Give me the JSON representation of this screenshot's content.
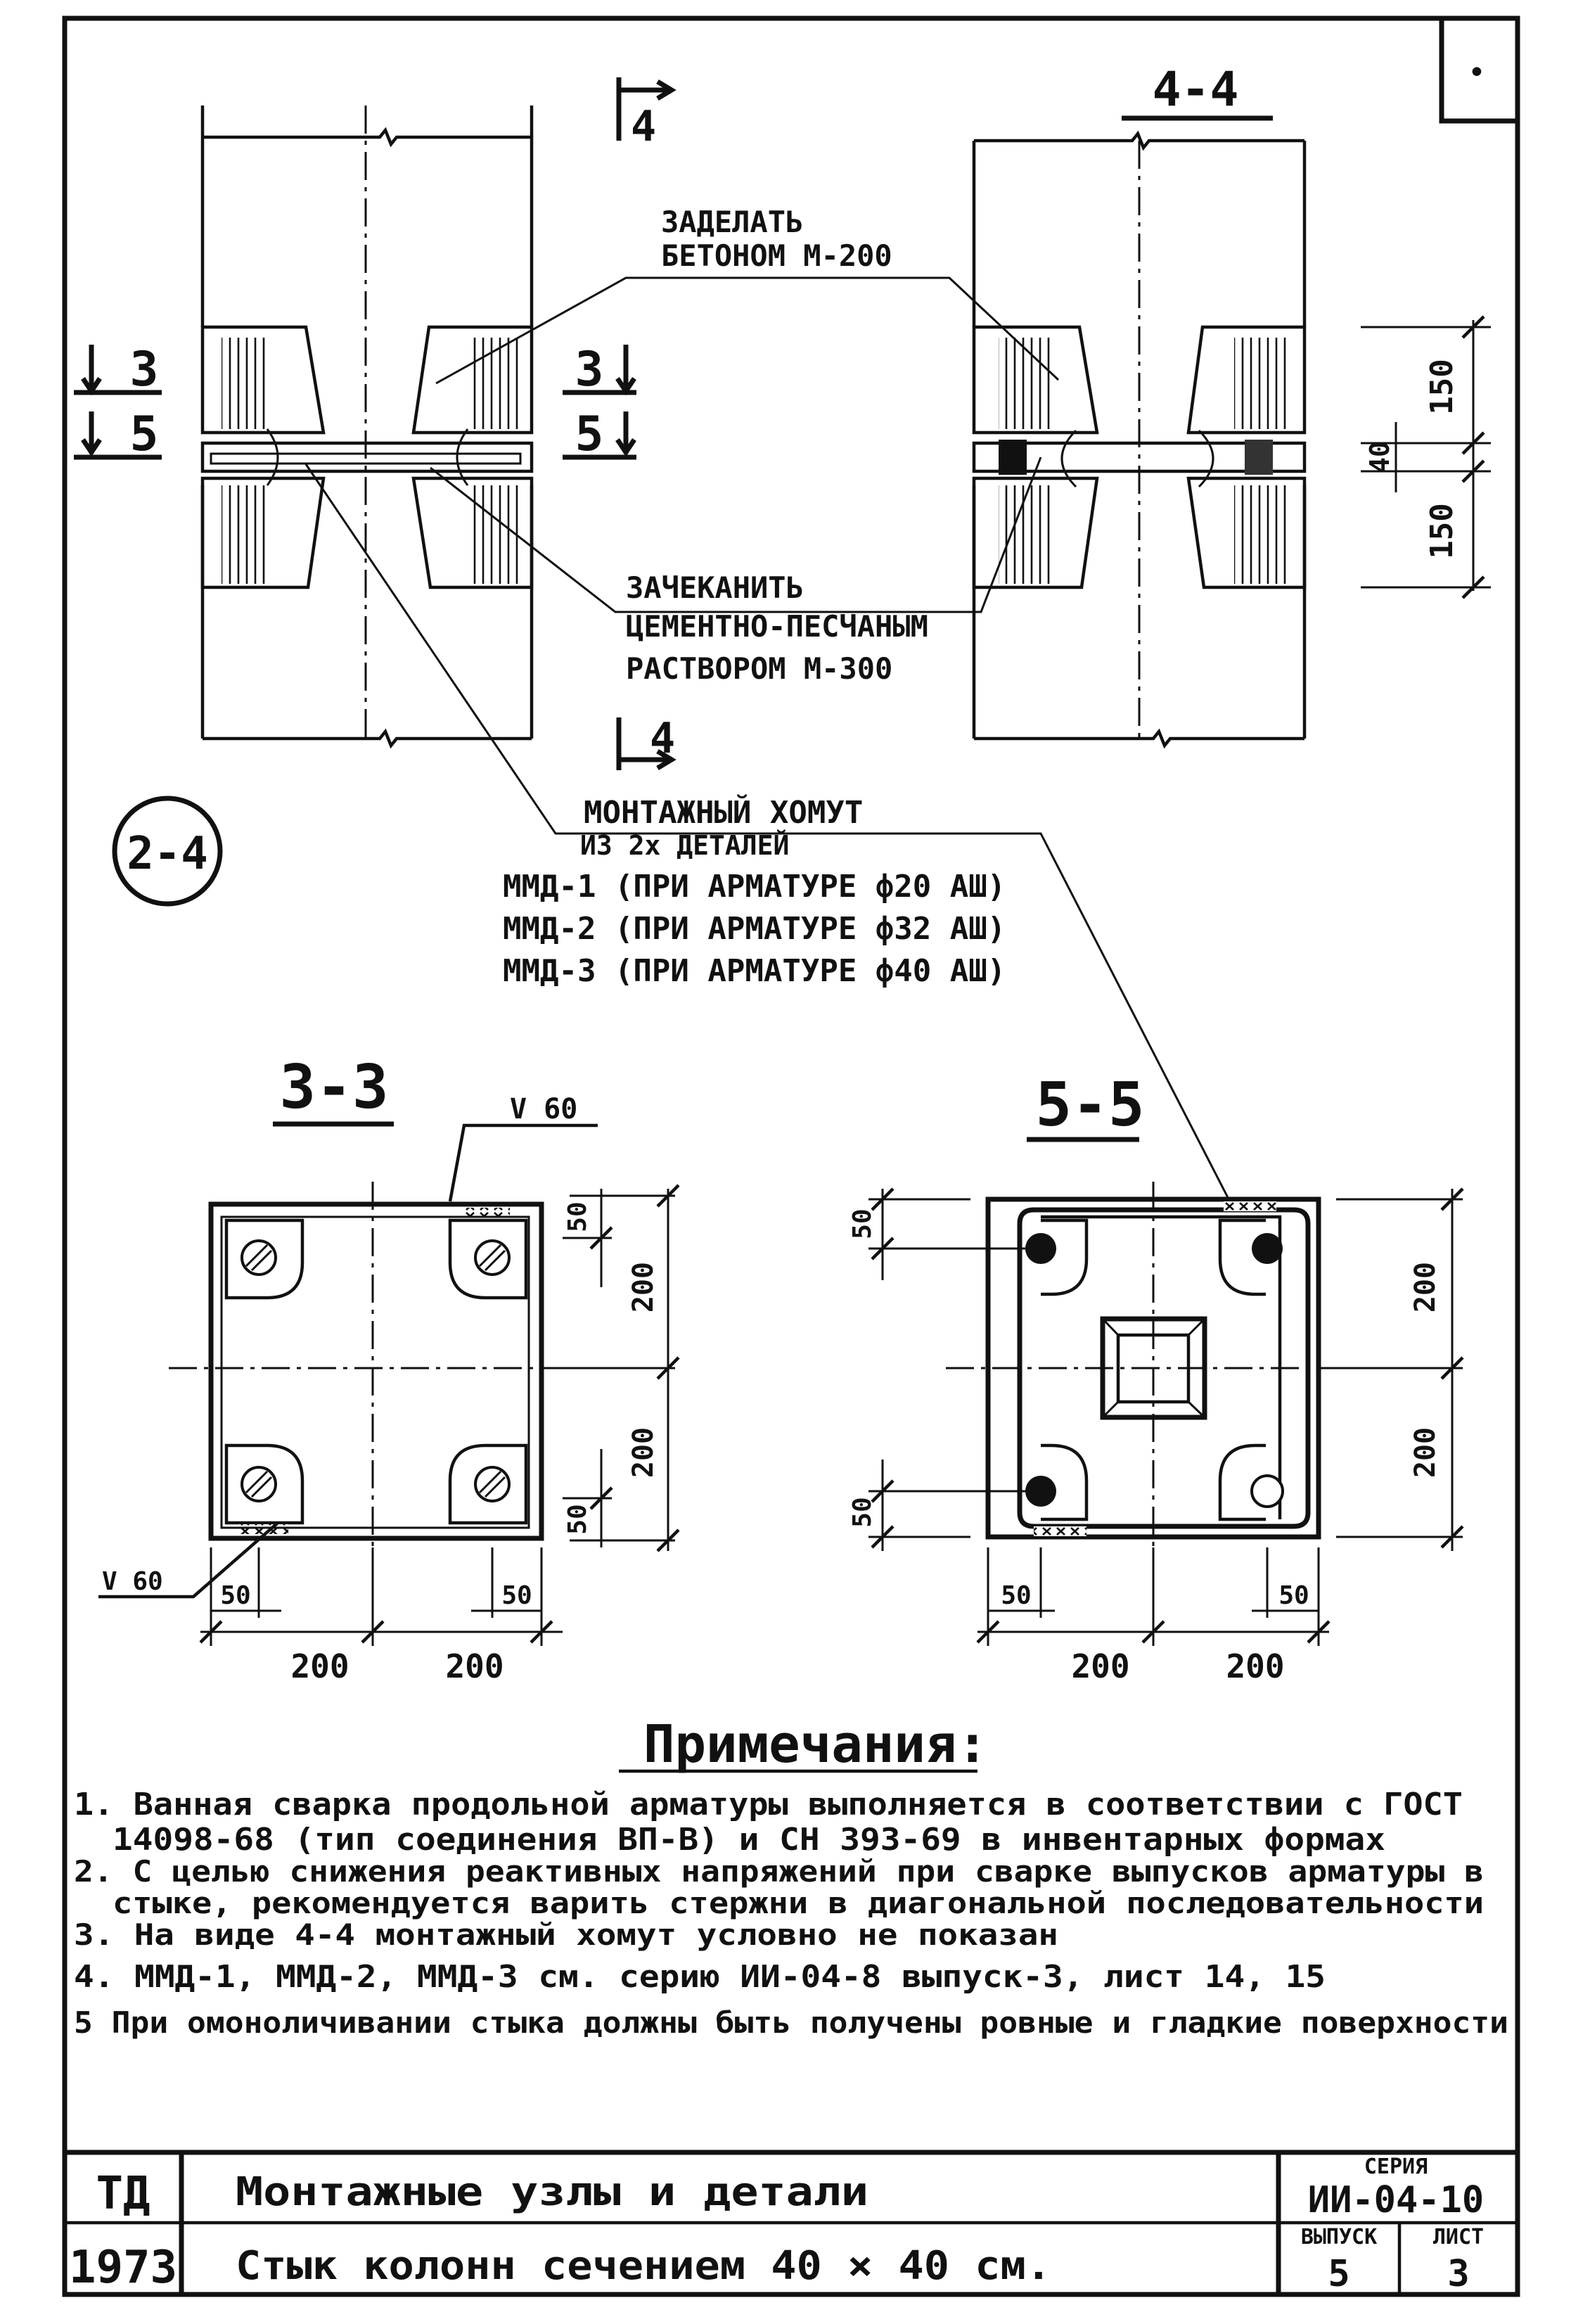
{
  "header": {
    "corner_mark": "•",
    "section_4_4_title": "4-4",
    "cut_mark_4": "4",
    "cut_left_3": "3",
    "cut_left_5": "5",
    "cut_mid_3": "3",
    "cut_mid_5": "5",
    "detail_badge": "2-4"
  },
  "annotations": {
    "seal_concrete": [
      "ЗАДЕЛАТЬ",
      "БЕТОНОМ М-200"
    ],
    "caulk_mortar": [
      "ЗАЧЕКАНИТЬ",
      "ЦЕМЕНТНО-ПЕСЧАНЫМ",
      "РАСТВОРОМ М-300"
    ],
    "clamp": [
      "МОНТАЖНЫЙ ХОМУТ",
      "ИЗ 2х ДЕТАЛЕЙ",
      "ММД-1 (ПРИ АРМАТУРЕ ф20 АШ)",
      "ММД-2 (ПРИ АРМАТУРЕ ф32 АШ)",
      "ММД-3 (ПРИ АРМАТУРЕ ф40 АШ)"
    ]
  },
  "dimensions_4_4": {
    "top": "150",
    "joint": "40",
    "bottom": "150"
  },
  "section_3_3": {
    "title": "3-3",
    "weld_top": "V 60",
    "weld_bottom": "V 60",
    "right_dims": [
      "50",
      "200",
      "200",
      "50"
    ],
    "bottom_small": [
      "50",
      "50"
    ],
    "bottom_dims": [
      "200",
      "200"
    ]
  },
  "section_5_5": {
    "title": "5-5",
    "left_dims": [
      "50",
      "50"
    ],
    "right_dims": [
      "200",
      "200"
    ],
    "bottom_small": [
      "50",
      "50"
    ],
    "bottom_dims": [
      "200",
      "200"
    ]
  },
  "notes": {
    "title": "Примечания:",
    "items": [
      "1. Ванная сварка продольной арматуры выполняется в соответствии с ГОСТ",
      "14098-68 (тип соединения ВП-В) и СН 393-69 в инвентарных формах",
      "2. С целью снижения реактивных напряжений при сварке выпусков арматуры в",
      "стыке, рекомендуется варить стержни в диагональной последовательности",
      "3. На виде 4-4 монтажный хомут условно не показан",
      "4. ММД-1, ММД-2, ММД-3 см. серию ИИ-04-8 выпуск-3, лист 14, 15",
      "5 При омоноличивании стыка должны быть получены ровные и гладкие поверхности"
    ]
  },
  "title_block": {
    "code_top": "ТД",
    "code_year": "1973",
    "title_line1": "Монтажные узлы и детали",
    "title_line2": "Стык колонн сечением 40 × 40 см.",
    "series_label": "СЕРИЯ",
    "series_value": "ИИ-04-10",
    "issue_label": "ВЫПУСК",
    "issue_value": "5",
    "sheet_label": "ЛИСТ",
    "sheet_value": "3"
  }
}
